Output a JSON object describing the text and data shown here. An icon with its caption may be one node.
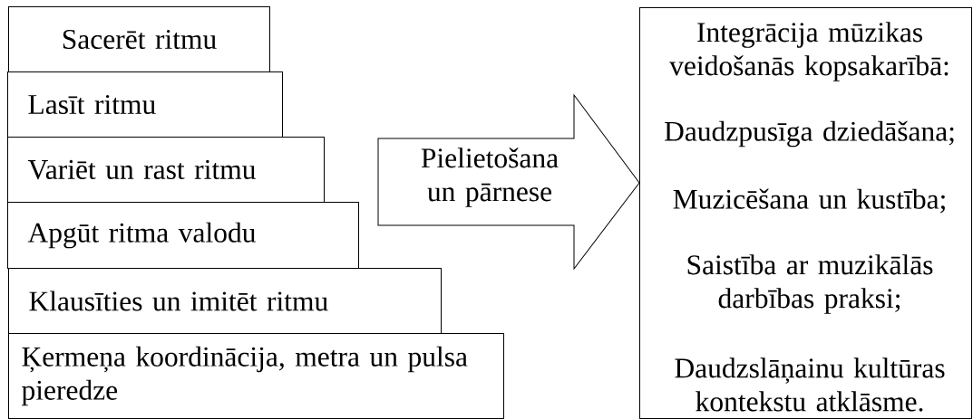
{
  "diagram": {
    "nodes": [
      {
        "text": [
          "Sacerēt ritmu"
        ]
      },
      {
        "text": [
          "Lasīt ritmu"
        ]
      },
      {
        "text": [
          "Variēt un rast ritmu"
        ]
      },
      {
        "text": [
          "Apgūt ritma valodu"
        ]
      },
      {
        "text": [
          "Klausīties un imitēt ritmu"
        ]
      },
      {
        "text": [
          "Ķermeņa koordinācija, metra un pulsa pieredze"
        ]
      },
      {
        "text": [
          "Integrācija mūzikas veidošanās kopsakarībā:",
          "Daudzpusīga dziedāšana;",
          "Muzicēšana un kustība;",
          "Saistība ar muzikālās darbības praksi;",
          "Daudzslāņainu kultūras kontekstu atklāsme."
        ]
      }
    ],
    "edges": [
      {
        "from": null,
        "to": 6,
        "arrow": "to",
        "label": "Pielietošana un pārnese",
        "style": "thick"
      }
    ]
  }
}
